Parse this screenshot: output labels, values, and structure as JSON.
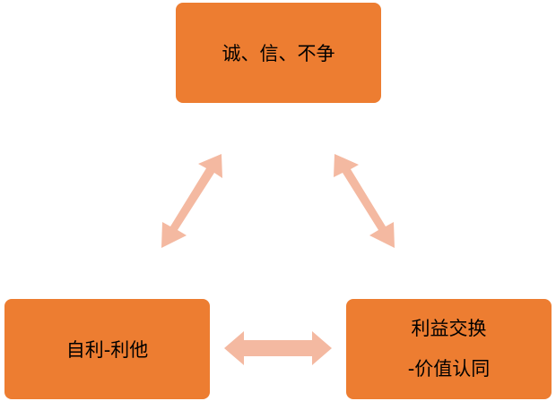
{
  "nodes": {
    "top": {
      "label": "诚、信、不争"
    },
    "left": {
      "label": "自利-利他"
    },
    "right": {
      "line1": "利益交换",
      "line2": "-价值认同"
    }
  },
  "colors": {
    "box_fill": "#ED7D31",
    "arrow_fill": "#F4B9A1",
    "text": "#000000"
  },
  "edges": [
    {
      "from": "top",
      "to": "left",
      "style": "double-headed"
    },
    {
      "from": "top",
      "to": "right",
      "style": "double-headed"
    },
    {
      "from": "left",
      "to": "right",
      "style": "double-headed"
    }
  ]
}
